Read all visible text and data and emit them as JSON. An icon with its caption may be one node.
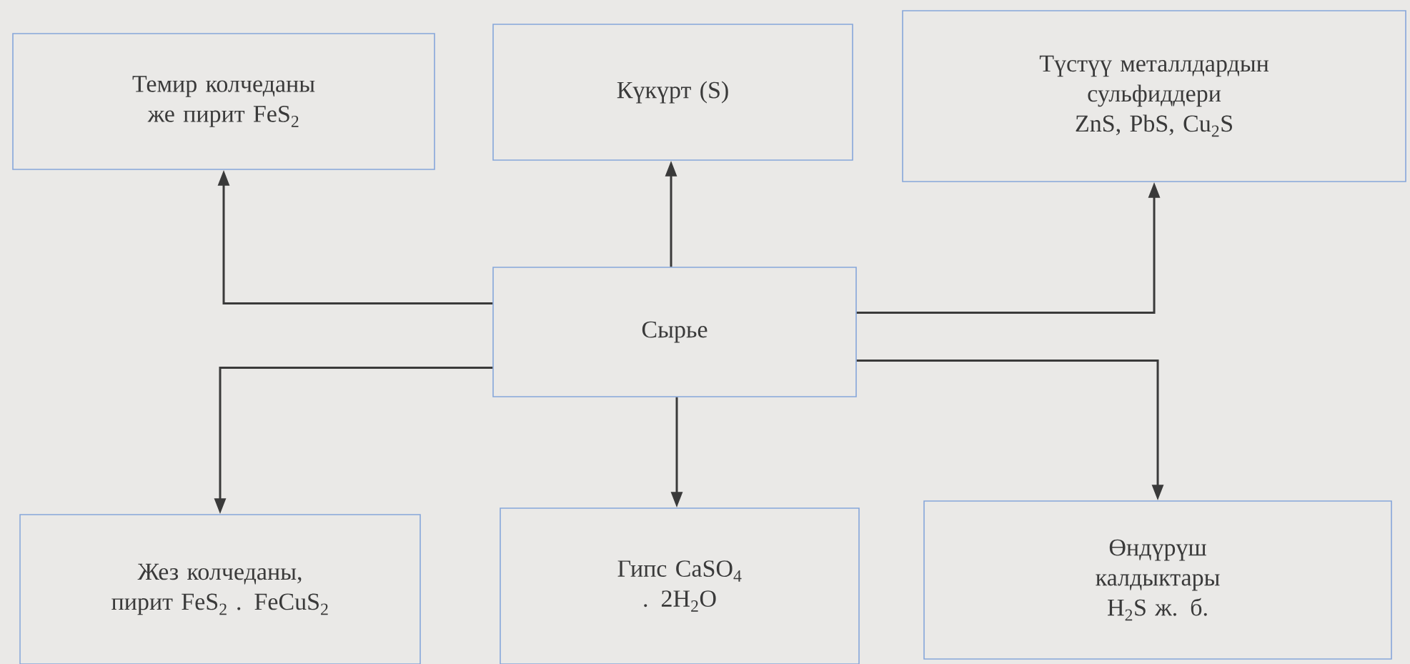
{
  "diagram": {
    "nodes": [
      {
        "text": [
          "Темир колчеданы же пирит FeS$_{2}$"
        ]
      },
      {
        "text": [
          "Күкүрт (S)"
        ]
      },
      {
        "text": [
          "Түстүү металлдардын сульфиддери ZnS, PbS, Cu$_{2}$S"
        ]
      },
      {
        "text": [
          "Сырье"
        ]
      },
      {
        "text": [
          "Жез колчеданы, пирит FeS$_{2}$ . FeCuS$_{2}$"
        ]
      },
      {
        "text": [
          "Гипс CaSO$_{4}$ . 2H$_{2}$O"
        ]
      },
      {
        "text": [
          "Өндүрүш калдыктары H$_{2}$S ж. б."
        ]
      }
    ],
    "edges": [
      {
        "from": 3,
        "to": 0,
        "arrow": "to"
      },
      {
        "from": 3,
        "to": 1,
        "arrow": "to"
      },
      {
        "from": 3,
        "to": 2,
        "arrow": "to"
      },
      {
        "from": 3,
        "to": 4,
        "arrow": "to"
      },
      {
        "from": 3,
        "to": 5,
        "arrow": "to"
      },
      {
        "from": 3,
        "to": 6,
        "arrow": "to"
      }
    ]
  }
}
